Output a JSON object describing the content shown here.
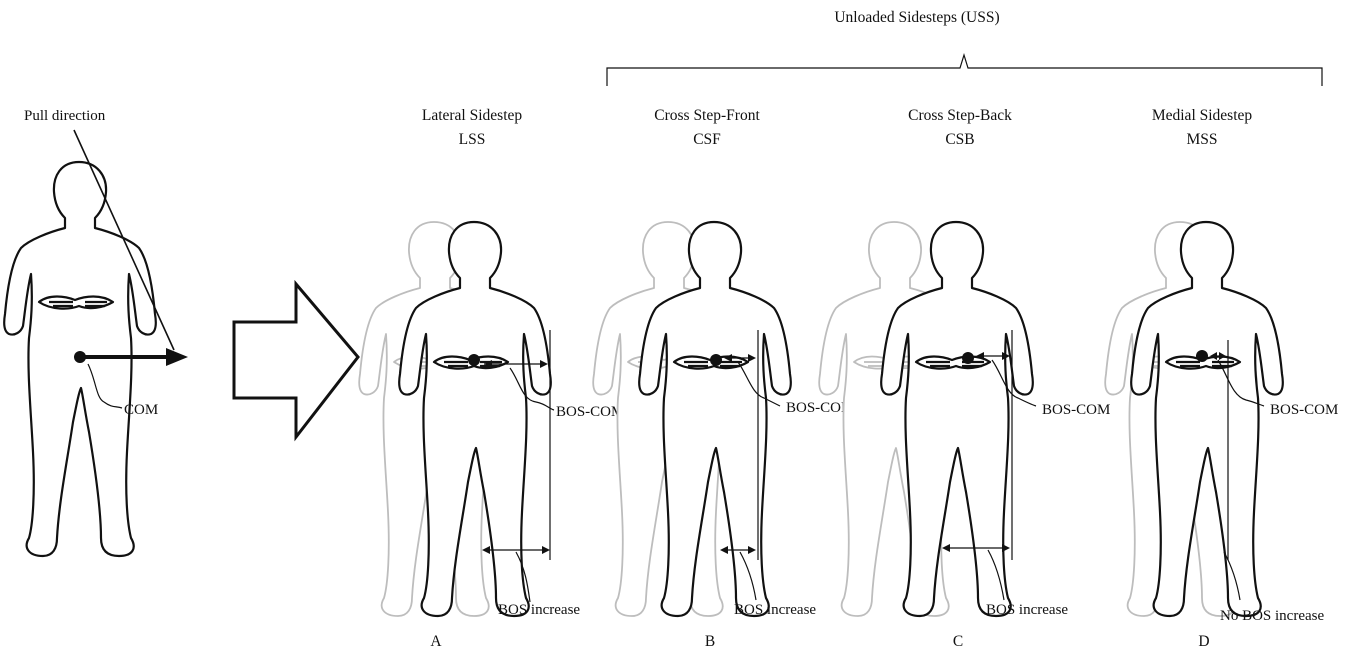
{
  "group_label": "Unloaded Sidesteps (USS)",
  "pull_label": "Pull direction",
  "com_label": "COM",
  "panels": [
    {
      "letter": "A",
      "title": "Lateral Sidestep",
      "abbr": "LSS",
      "bos_com": "BOS-COM",
      "bos_change": "BOS increase"
    },
    {
      "letter": "B",
      "title": "Cross Step-Front",
      "abbr": "CSF",
      "bos_com": "BOS-COM",
      "bos_change": "BOS increase"
    },
    {
      "letter": "C",
      "title": "Cross Step-Back",
      "abbr": "CSB",
      "bos_com": "BOS-COM",
      "bos_change": "BOS increase"
    },
    {
      "letter": "D",
      "title": "Medial Sidestep",
      "abbr": "MSS",
      "bos_com": "BOS-COM",
      "bos_change": "No BOS increase"
    }
  ],
  "colors": {
    "line": "#111111",
    "ghost": "#bdbdbd",
    "background": "#ffffff"
  }
}
